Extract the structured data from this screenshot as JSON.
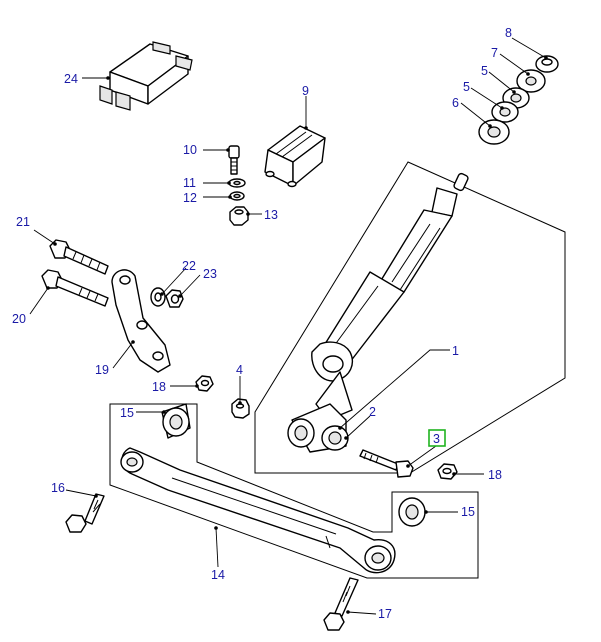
{
  "callouts": {
    "c1": "1",
    "c2": "2",
    "c3": "3",
    "c4": "4",
    "c5a": "5",
    "c5b": "5",
    "c6": "6",
    "c7": "7",
    "c8": "8",
    "c9": "9",
    "c10": "10",
    "c11": "11",
    "c12": "12",
    "c13": "13",
    "c14": "14",
    "c15a": "15",
    "c15b": "15",
    "c16": "16",
    "c17": "17",
    "c18a": "18",
    "c18b": "18",
    "c19": "19",
    "c20": "20",
    "c21": "21",
    "c22": "22",
    "c23": "23",
    "c24": "24"
  },
  "selected_callout": "3",
  "colors": {
    "callout_text": "#1a1aa6",
    "highlight_box": "#1fb31f",
    "line_art": "#000000",
    "background": "#ffffff"
  }
}
